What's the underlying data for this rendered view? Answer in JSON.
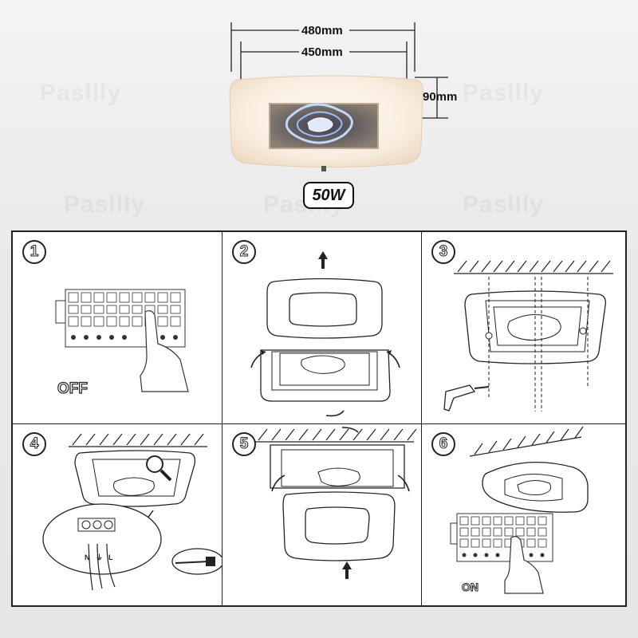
{
  "product": {
    "dims": {
      "outer_width": "480mm",
      "inner_width": "450mm",
      "height": "90mm"
    },
    "power": "50W"
  },
  "watermark": "Pasllly",
  "steps": [
    {
      "num": "1",
      "caption": "OFF"
    },
    {
      "num": "2",
      "caption": ""
    },
    {
      "num": "3",
      "caption": ""
    },
    {
      "num": "4",
      "caption": ""
    },
    {
      "num": "5",
      "caption": ""
    },
    {
      "num": "6",
      "caption": "ON"
    }
  ],
  "wiring": {
    "neutral": "N",
    "earth": "⏚",
    "live": "L"
  },
  "colors": {
    "lamp_glow": "#f6e8d6",
    "outline": "#222222",
    "led": "#a9c3ef"
  },
  "icons": [
    "arrow-up-icon",
    "rotate-arrow-icon",
    "drill-icon",
    "screw-icon",
    "magnifier-icon",
    "hand-icon",
    "breaker-icon",
    "terminal-block-icon",
    "screwdriver-icon"
  ]
}
